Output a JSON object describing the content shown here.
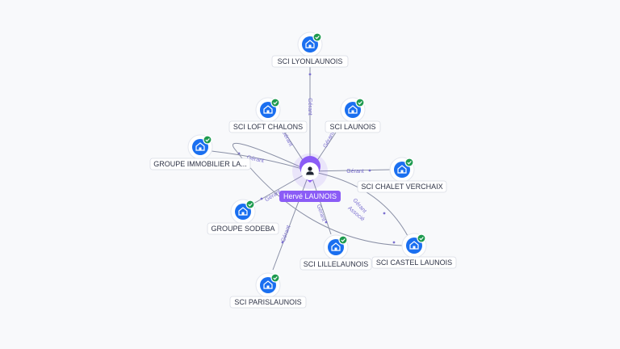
{
  "colors": {
    "center": "#8b5cf6",
    "company": "#1a6ff0",
    "check": "#1d9a4e",
    "edge": "#8a90a6",
    "edge_label": "#7b6fcf"
  },
  "center": {
    "label": "Hervé LAUNOIS",
    "icon": "person-icon"
  },
  "nodes": [
    {
      "id": "sci-lyonlaunois",
      "label": "SCI LYONLAUNOIS",
      "icon": "building-icon"
    },
    {
      "id": "sci-loft-chalons",
      "label": "SCI LOFT CHALONS",
      "icon": "building-icon"
    },
    {
      "id": "sci-launois",
      "label": "SCI LAUNOIS",
      "icon": "building-icon"
    },
    {
      "id": "groupe-immobilier",
      "label": "GROUPE IMMOBILIER LA...",
      "icon": "building-icon"
    },
    {
      "id": "sci-chalet-verchaix",
      "label": "SCI CHALET VERCHAIX",
      "icon": "building-icon"
    },
    {
      "id": "groupe-sodeba",
      "label": "GROUPE SODEBA",
      "icon": "building-icon"
    },
    {
      "id": "sci-lillelaunois",
      "label": "SCI LILLELAUNOIS",
      "icon": "building-icon"
    },
    {
      "id": "sci-castel-launois",
      "label": "SCI CASTEL LAUNOIS",
      "icon": "building-icon"
    },
    {
      "id": "sci-parislaunois",
      "label": "SCI PARISLAUNOIS",
      "icon": "building-icon"
    }
  ],
  "edges": [
    {
      "to": "sci-lyonlaunois",
      "label": "Gérant"
    },
    {
      "to": "sci-loft-chalons",
      "label": "Gérant"
    },
    {
      "to": "sci-launois",
      "label": "Gérant"
    },
    {
      "to": "groupe-immobilier",
      "label": "Gérant"
    },
    {
      "to": "sci-chalet-verchaix",
      "label": "Gérant"
    },
    {
      "to": "groupe-sodeba",
      "label": "Gérant"
    },
    {
      "to": "sci-lillelaunois",
      "label": "Gérant"
    },
    {
      "to": "sci-castel-launois",
      "label": "Gérant"
    },
    {
      "to": "sci-castel-launois",
      "label": "Associé"
    },
    {
      "to": "sci-parislaunois",
      "label": "Gérant"
    }
  ]
}
